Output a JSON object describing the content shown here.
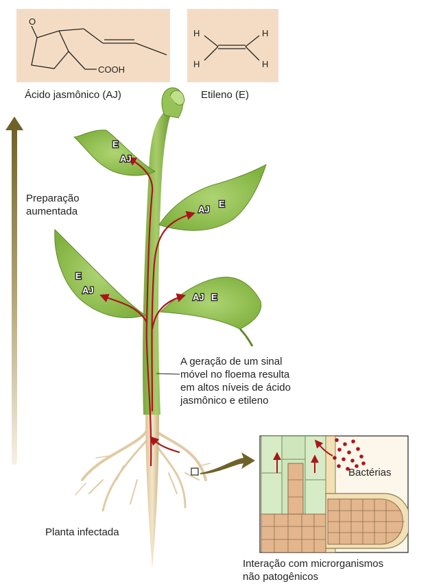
{
  "structures": {
    "ja_label": "Ácido jasmônico (AJ)",
    "et_label": "Etileno (E)",
    "ja_oxygen": "O",
    "ja_cooh": "COOH",
    "h": "H"
  },
  "axis": {
    "label": "Preparação\naumentada"
  },
  "markers": {
    "e": "E",
    "aj": "AJ"
  },
  "annotations": {
    "phloem_signal": "A geração de um sinal\nmóvel no floema resulta\nem altos níveis de ácido\njasmônico e etileno",
    "infected_plant": "Planta infectada",
    "bacteria": "Bactérias",
    "interaction": "Interação com microrganismos\nnão patogênicos"
  },
  "colors": {
    "panel_bg": "#f4dcc4",
    "leaf_green": "#8ec04a",
    "signal_red": "#a8161c",
    "arrow_olive": "#6f6228",
    "root_beige": "#ead7b6",
    "cell_tan": "#e3b68e"
  }
}
